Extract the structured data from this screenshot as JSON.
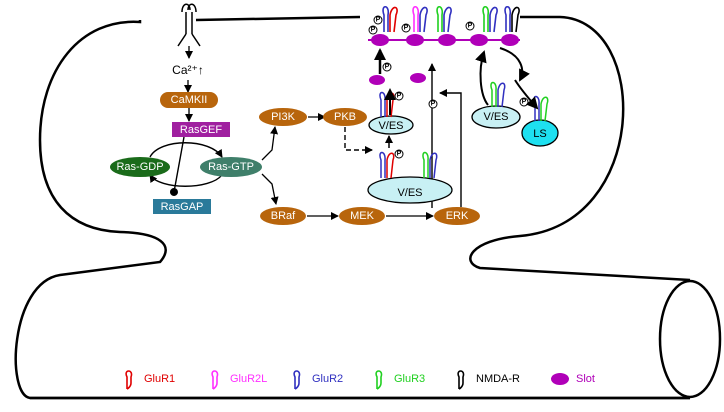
{
  "colors": {
    "orange": "#b8650c",
    "dark_green": "#1a6b1a",
    "teal_green": "#3f7f6a",
    "magenta": "#a020a0",
    "teal_blue": "#2a7a9a",
    "light_cyan": "#c8f0f4",
    "cyan": "#1ee0f0",
    "slot": "#b000b8",
    "glur1": "#e00000",
    "glur2l": "#ff30ff",
    "glur2": "#3030c0",
    "glur3": "#20d020",
    "nmdar": "#000000"
  },
  "labels": {
    "calcium": "Ca²⁺↑",
    "camkii": "CaMKII",
    "rasgef": "RasGEF",
    "rasgdp": "Ras-GDP",
    "rasgtp": "Ras-GTP",
    "rasgap": "RasGAP",
    "pi3k": "PI3K",
    "pkb": "PKB",
    "braf": "BRaf",
    "mek": "MEK",
    "erk": "ERK",
    "ves_small": "V/ES",
    "ves_large": "V/ES",
    "ves_right": "V/ES",
    "ls": "LS",
    "p": "P"
  },
  "legend": [
    {
      "label": "GluR1",
      "color": "#e00000",
      "type": "receptor"
    },
    {
      "label": "GluR2L",
      "color": "#ff30ff",
      "type": "receptor"
    },
    {
      "label": "GluR2",
      "color": "#3030c0",
      "type": "receptor"
    },
    {
      "label": "GluR3",
      "color": "#20d020",
      "type": "receptor"
    },
    {
      "label": "NMDA-R",
      "color": "#000000",
      "type": "receptor"
    },
    {
      "label": "Slot",
      "color": "#b000b8",
      "type": "slot"
    }
  ]
}
